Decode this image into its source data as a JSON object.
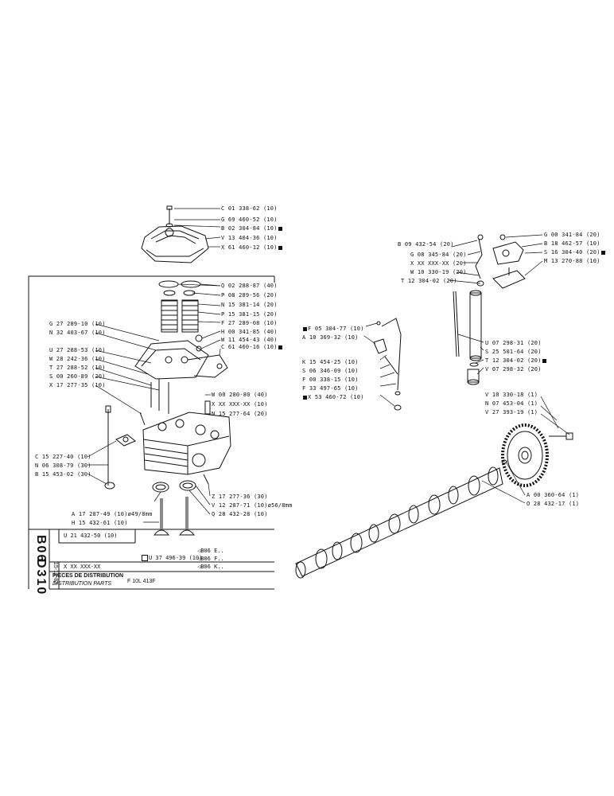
{
  "title_block": {
    "section_code": "B06",
    "page_code": "D310",
    "date": "15-12-83",
    "placeholder_ref": "X XX XXX-XX",
    "title_fr": "PIECES DE DISTRIBUTION",
    "title_en": "DISTRIBUTION PARTS",
    "model": "F 10L 413F",
    "kit_ref": "U 37 496-39 (10)",
    "bottom_ref": "U 21 432-50 (10)",
    "see_refs": [
      "B06 E..",
      "B06 F..",
      "B06 K.."
    ]
  },
  "left_labels": [
    {
      "text": "C 01 338-62 (10)",
      "marker": false
    },
    {
      "text": "G 69 460-52 (10)",
      "marker": false
    },
    {
      "text": "B 02 304-84 (10)",
      "marker": true
    },
    {
      "text": "V 13 404-36 (10)",
      "marker": false
    },
    {
      "text": "X 61 460-12 (10)",
      "marker": true
    },
    {
      "text": "Q 02 288-87 (40)",
      "marker": false
    },
    {
      "text": "P 08 289-56 (20)",
      "marker": false
    },
    {
      "text": "N 15 381-14 (20)",
      "marker": false
    },
    {
      "text": "P 15 381-15 (20)",
      "marker": false
    },
    {
      "text": "F 27 289-08 (10)",
      "marker": false
    },
    {
      "text": "H 00 341-85 (40)",
      "marker": false
    },
    {
      "text": "W 11 454-43 (40)",
      "marker": false
    },
    {
      "text": "C 61 460-16 (10)",
      "marker": true
    },
    {
      "text": "G 27 289-10 (10)",
      "marker": false
    },
    {
      "text": "N 32 403-67 (10)",
      "marker": false
    },
    {
      "text": "U 27 288-53 (10)",
      "marker": false
    },
    {
      "text": "W 28 242-36 (10)",
      "marker": false
    },
    {
      "text": "T 27 288-52 (10)",
      "marker": false
    },
    {
      "text": "S 00 260-89 (20)",
      "marker": false
    },
    {
      "text": "X 17 277-35 (10)",
      "marker": false
    },
    {
      "text": "W 00 280-80 (40)",
      "marker": false
    },
    {
      "text": "X XX XXX-XX (10)",
      "marker": false
    },
    {
      "text": "N 15 277-64 (20)",
      "marker": false
    },
    {
      "text": "C 15 227-40 (10)",
      "marker": false
    },
    {
      "text": "N 06 308-79 (30)",
      "marker": false
    },
    {
      "text": "B 15 453-02 (30)",
      "marker": false
    },
    {
      "text": "Z 17 277-36 (30)",
      "marker": false
    },
    {
      "text": "V 12 287-71 (10)ø56/8mm",
      "marker": false
    },
    {
      "text": "Q 28 432-28 (10)",
      "marker": false
    },
    {
      "text": "A 17 287-49 (10)ø49/8mm",
      "marker": false
    },
    {
      "text": "H 15 432-61 (10)",
      "marker": false
    }
  ],
  "right_labels": [
    {
      "text": "B 09 432-54 (20)",
      "marker": false
    },
    {
      "text": "G 08 345-84 (20)",
      "marker": false
    },
    {
      "text": "X XX XXX-XX (20)",
      "marker": false
    },
    {
      "text": "W 10 330-19 (20)",
      "marker": false
    },
    {
      "text": "T 12 304-02 (20)",
      "marker": false
    },
    {
      "text": "G 00 341-84 (20)",
      "marker": false
    },
    {
      "text": "B 18 462-57 (10)",
      "marker": false
    },
    {
      "text": "S 16 304-40 (20)",
      "marker": true
    },
    {
      "text": "M 13 270-88 (10)",
      "marker": false
    },
    {
      "text": "F 05 304-77 (10)",
      "marker": true
    },
    {
      "text": "A 10 369-32 (10)",
      "marker": false
    },
    {
      "text": "K 15 454-25 (10)",
      "marker": false
    },
    {
      "text": "S 06 346-09 (10)",
      "marker": false
    },
    {
      "text": "F 00 338-15 (10)",
      "marker": false
    },
    {
      "text": "F 33 497-65 (10)",
      "marker": false
    },
    {
      "text": "X 53 460-72 (10)",
      "marker": true
    },
    {
      "text": "U 07 298-31 (20)",
      "marker": false
    },
    {
      "text": "S 25 501-64 (20)",
      "marker": false
    },
    {
      "text": "T 12 304-02 (20)",
      "marker": true
    },
    {
      "text": "V 07 298-32 (20)",
      "marker": false
    },
    {
      "text": "V 10 330-18 (1)",
      "marker": false
    },
    {
      "text": "N 07 453-04 (1)",
      "marker": false
    },
    {
      "text": "V 27 393-19 (1)",
      "marker": false
    },
    {
      "text": "A 00 360-64 (1)",
      "marker": false
    },
    {
      "text": "O 28 432-17 (1)",
      "marker": false
    }
  ]
}
